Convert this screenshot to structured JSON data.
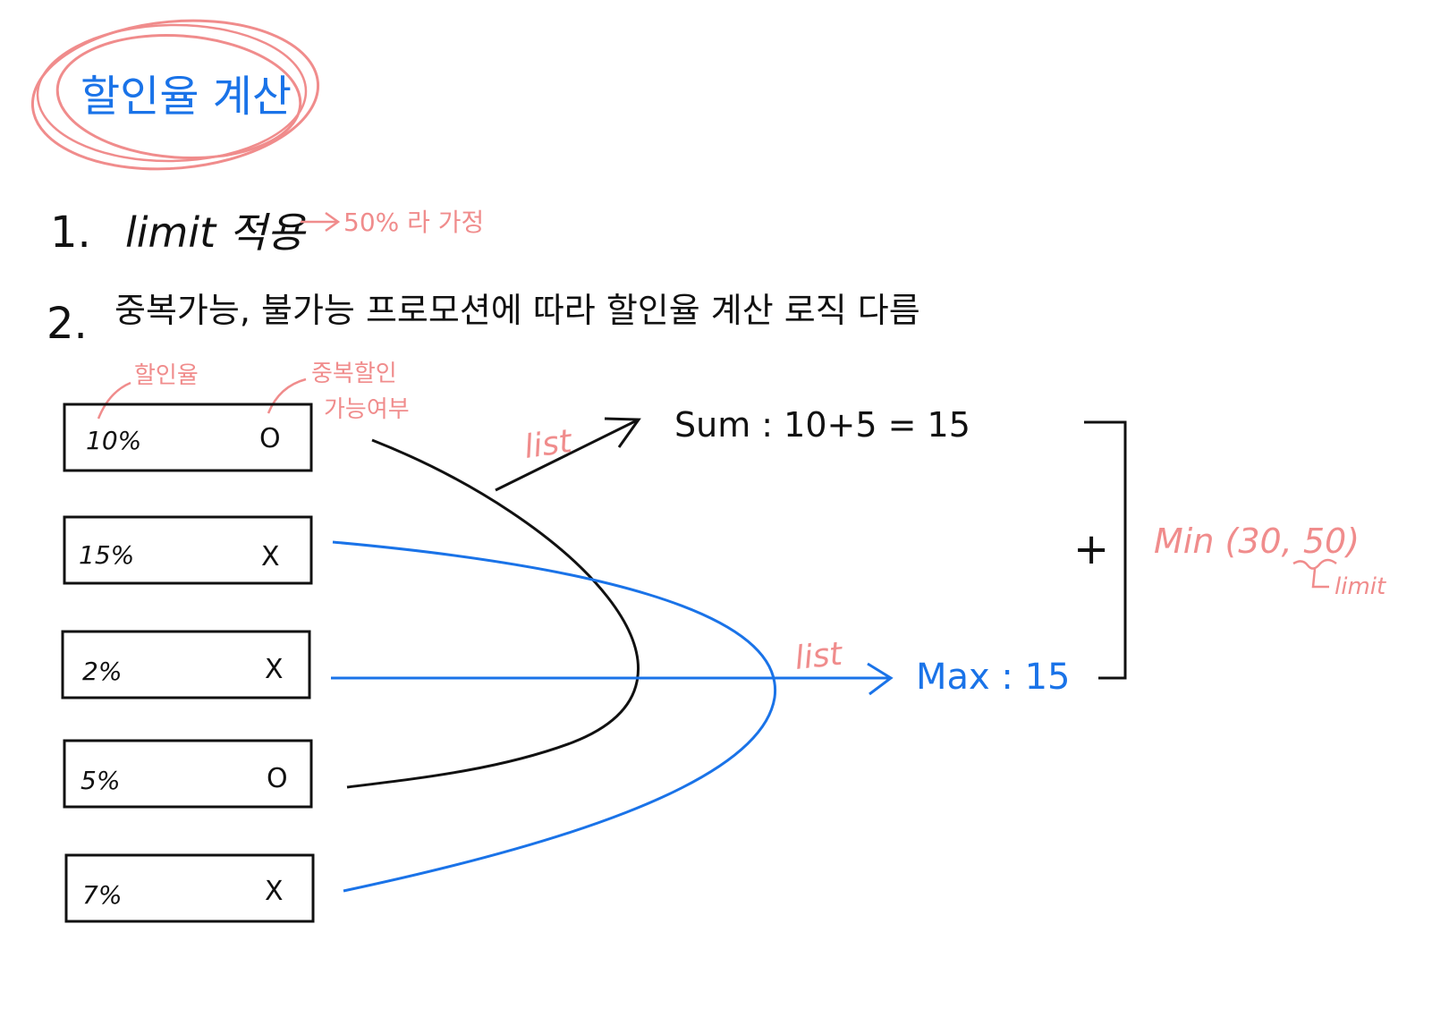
{
  "colors": {
    "ink": "#111111",
    "blue": "#1a73e8",
    "pink": "#f08c8c"
  },
  "title": "할인율 계산",
  "step1": {
    "number": "1.",
    "text": "limit 적용",
    "note": "50% 라 가정"
  },
  "step2": {
    "number": "2.",
    "text": "중복가능, 불가능 프로모션에 따라 할인율 계산 로직 다름"
  },
  "column_labels": {
    "rate": "할인율",
    "stackable_line1": "중복할인",
    "stackable_line2": "가능여부"
  },
  "rows": [
    {
      "rate": "10%",
      "stackable": "O"
    },
    {
      "rate": "15%",
      "stackable": "X"
    },
    {
      "rate": "2%",
      "stackable": "X"
    },
    {
      "rate": "5%",
      "stackable": "O"
    },
    {
      "rate": "7%",
      "stackable": "X"
    }
  ],
  "sum_branch": {
    "list_label": "list",
    "result": "Sum : 10+5 = 15"
  },
  "max_branch": {
    "list_label": "list",
    "result": "Max : 15"
  },
  "combine": {
    "plus": "+",
    "formula": "Min (30, 50)",
    "limit_note": "limit"
  }
}
